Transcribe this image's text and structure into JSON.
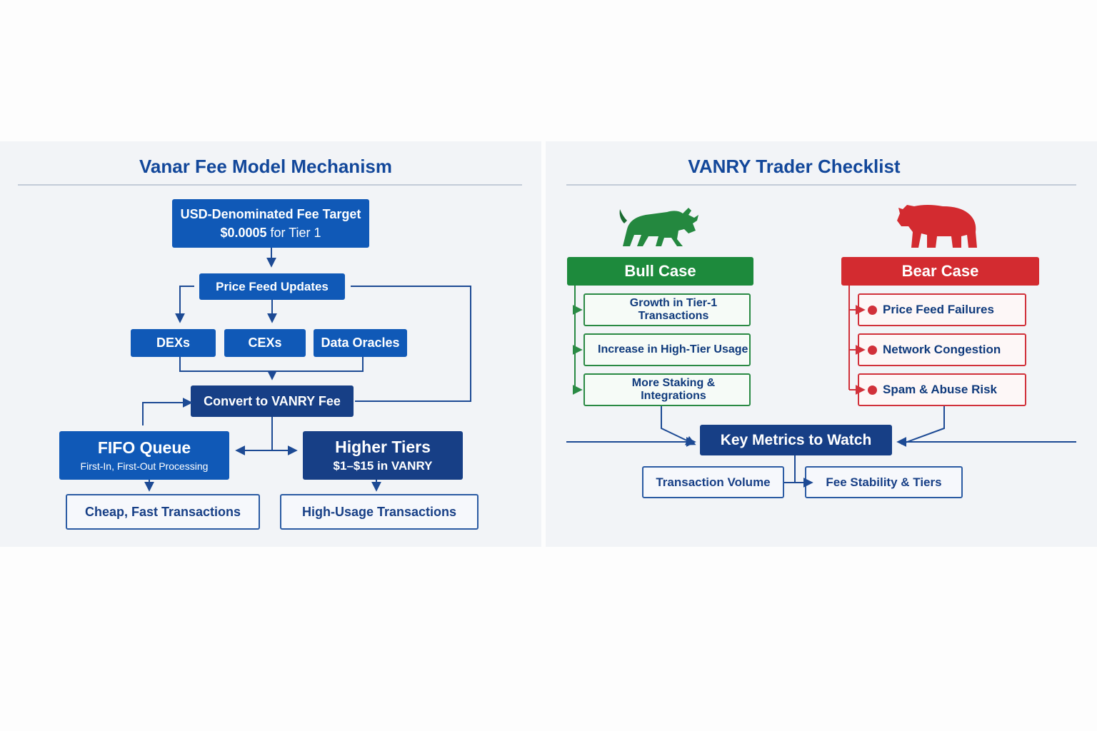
{
  "fee_model": {
    "title": "Vanar Fee Model Mechanism",
    "fee_target": {
      "line1": "USD-Denominated Fee Target",
      "line2_value": "$0.0005",
      "line2_rest": " for Tier 1"
    },
    "price_feed": "Price Feed Updates",
    "sources": [
      "DEXs",
      "CEXs",
      "Data Oracles"
    ],
    "convert": "Convert to VANRY Fee",
    "fifo": {
      "title": "FIFO Queue",
      "subtitle": "First-In, First-Out Processing"
    },
    "higher_tiers": {
      "title": "Higher Tiers",
      "subtitle": "$1–$15 in VANRY"
    },
    "outcomes": [
      "Cheap, Fast Transactions",
      "High-Usage Transactions"
    ]
  },
  "checklist": {
    "title": "VANRY Trader Checklist",
    "bull": {
      "label": "Bull Case",
      "icon": "bull-icon",
      "color": "#1d8a3c",
      "items": [
        "Growth in Tier-1 Transactions",
        "Increase in High-Tier Usage",
        "More Staking & Integrations"
      ]
    },
    "bear": {
      "label": "Bear Case",
      "icon": "bear-icon",
      "color": "#d32b30",
      "items": [
        "Price Feed Failures",
        "Network Congestion",
        "Spam & Abuse Risk"
      ]
    },
    "key_metrics": {
      "label": "Key Metrics to Watch",
      "items": [
        "Transaction Volume",
        "Fee Stability & Tiers"
      ]
    }
  },
  "colors": {
    "primary_blue": "#1059b7",
    "navy": "#173f86",
    "title_blue": "#12479a"
  }
}
